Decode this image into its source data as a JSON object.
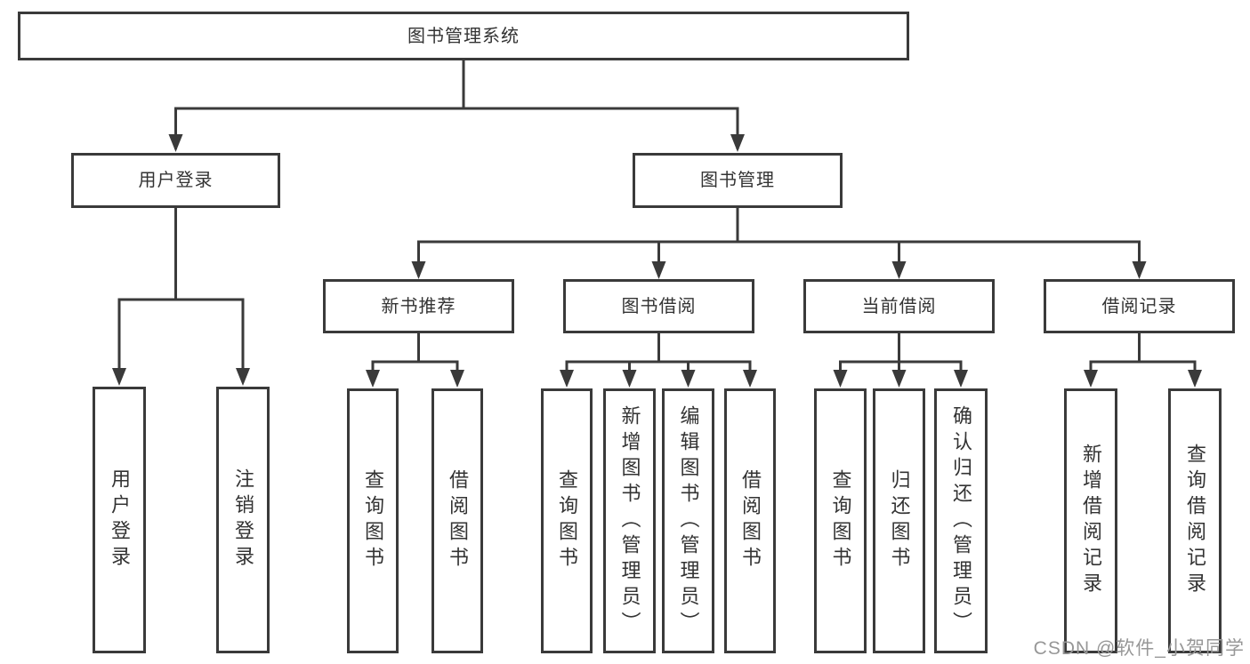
{
  "tree": {
    "label": "图书管理系统",
    "children": [
      {
        "label": "用户登录",
        "children": [
          {
            "label": "用户登录"
          },
          {
            "label": "注销登录"
          }
        ]
      },
      {
        "label": "图书管理",
        "children": [
          {
            "label": "新书推荐",
            "children": [
              {
                "label": "查询图书"
              },
              {
                "label": "借阅图书"
              }
            ]
          },
          {
            "label": "图书借阅",
            "children": [
              {
                "label": "查询图书"
              },
              {
                "label": "新增图书（管理员）"
              },
              {
                "label": "编辑图书（管理员）"
              },
              {
                "label": "借阅图书"
              }
            ]
          },
          {
            "label": "当前借阅",
            "children": [
              {
                "label": "查询图书"
              },
              {
                "label": "归还图书"
              },
              {
                "label": "确认归还（管理员）"
              }
            ]
          },
          {
            "label": "借阅记录",
            "children": [
              {
                "label": "新增借阅记录"
              },
              {
                "label": "查询借阅记录"
              }
            ]
          }
        ]
      }
    ]
  },
  "watermark": {
    "text": "CSDN @软件_小贺同学"
  },
  "colors": {
    "line": "#3a3a3a",
    "node_border": "#3a3a3a",
    "text": "#333333",
    "watermark": "#979797",
    "background": "#ffffff"
  }
}
